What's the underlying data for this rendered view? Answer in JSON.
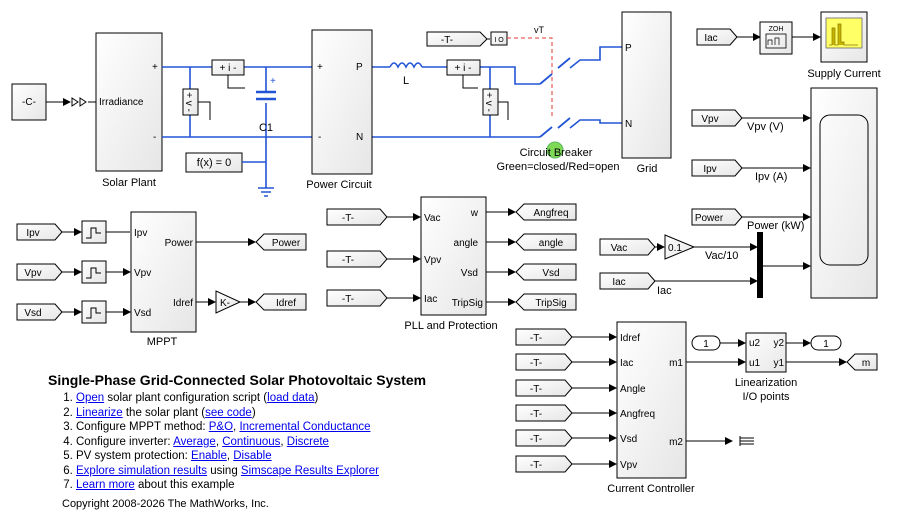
{
  "blocks": {
    "const_c": "-C-",
    "irradiance_port": "Irradiance",
    "solar_plant": "Solar Plant",
    "power_circuit": "Power Circuit",
    "pc_p": "P",
    "pc_n": "N",
    "inductor": "L",
    "capacitor": "C1",
    "current_sensor": "+ i -",
    "voltage_sensor": "+ v -",
    "solver_config": "f(x) = 0",
    "goto_t": "-T-",
    "io_box": "I O",
    "vt": "vT",
    "breaker_name": "Circuit Breaker",
    "breaker_legend": "Green=closed/Red=open",
    "grid": "Grid",
    "grid_p": "P",
    "grid_n": "N",
    "plus": "+",
    "minus": "-",
    "iac_tag": "Iac",
    "zoh": "ZOH",
    "supply_current": "Supply Current",
    "scope_labels": [
      "Vpv (V)",
      "Ipv (A)",
      "Power (kW)",
      "Vac/10",
      "Iac"
    ],
    "scope_inputs": [
      "Vpv",
      "Ipv",
      "Power",
      "Vac",
      "Iac"
    ],
    "gain_01": "0.1",
    "mppt_inputs": [
      "Ipv",
      "Vpv",
      "Vsd"
    ],
    "mppt_ports_in": [
      "Ipv",
      "Vpv",
      "Vsd"
    ],
    "mppt_ports_out": [
      "Power",
      "Idref"
    ],
    "mppt": "MPPT",
    "gain_k": "K-",
    "mppt_outputs": [
      "Power",
      "Idref"
    ],
    "pll_ports_in": [
      "Vac",
      "Vpv",
      "Iac"
    ],
    "pll_ports_out": [
      "w",
      "angle",
      "Vsd",
      "TripSig"
    ],
    "pll": "PLL and Protection",
    "pll_outputs": [
      "Angfreq",
      "angle",
      "Vsd",
      "TripSig"
    ],
    "cc_ports_in": [
      "Idref",
      "Iac",
      "Angle",
      "Angfreq",
      "Vsd",
      "Vpv"
    ],
    "cc_ports_out": [
      "m1",
      "m2"
    ],
    "cc": "Current Controller",
    "lin_ports_in": [
      "u2",
      "u1"
    ],
    "lin_ports_out": [
      "y2",
      "y1"
    ],
    "lin_in_num": "1",
    "lin_out_num": "1",
    "lin_title": "Linearization",
    "lin_title2": "I/O points",
    "m_out": "m"
  },
  "doc": {
    "title": "Single-Phase Grid-Connected Solar Photovoltaic System",
    "items": [
      {
        "links": [
          "Open"
        ],
        "text": [
          "",
          " solar plant configuration script (",
          ")"
        ],
        "links2": [
          "load data"
        ]
      },
      {
        "a": "Linearize",
        "b": " the solar plant (",
        "c": "see code",
        "d": ")"
      },
      {
        "a": "Configure MPPT method: ",
        "b": "P&O",
        "c": ", ",
        "d": "Incremental Conductance"
      },
      {
        "a": "Configure inverter: ",
        "b": "Average",
        "c": ", ",
        "d": "Continuous",
        "e": ", ",
        "f": "Discrete"
      },
      {
        "a": "PV system protection: ",
        "b": "Enable",
        "c": ", ",
        "d": "Disable"
      },
      {
        "a": "Explore simulation results",
        "b": " using ",
        "c": "Simscape Results Explorer"
      },
      {
        "a": "Learn more",
        "b": " about this example"
      }
    ],
    "copyright": "Copyright 2008-2026 The MathWorks, Inc."
  },
  "colors": {
    "physical_wire": "#2255d6",
    "breaker_pulse": "#e53935",
    "breaker_lamp": "#7ed957",
    "scope_trace": "#c7b400",
    "link": "#0000ee"
  }
}
